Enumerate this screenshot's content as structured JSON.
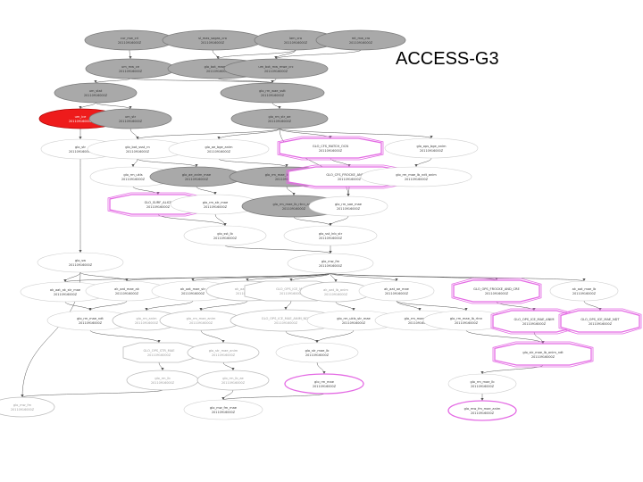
{
  "title": "ACCESS-G3",
  "colors": {
    "gray_fill": "#a9a9a9",
    "gray_stroke": "#7a7a7a",
    "red_fill": "#ee1b1b",
    "pink": "#e46be4",
    "light_gray": "#bdbdbd",
    "edge": "#555555",
    "label": "#3a3a3a"
  },
  "nodes": [
    {
      "id": "n1",
      "style": "gray",
      "shape": "ellipse",
      "l1": "cur_mw_cri",
      "l2": "20110916000Z"
    },
    {
      "id": "n2",
      "style": "gray",
      "shape": "ellipse",
      "l1": "si_mas_sogas_cro",
      "l2": "20110916000Z"
    },
    {
      "id": "n3",
      "style": "gray",
      "shape": "ellipse",
      "l1": "lam_cro",
      "l2": "20110916000Z"
    },
    {
      "id": "n4",
      "style": "gray",
      "shape": "ellipse",
      "l1": "mt_mw_cro",
      "l2": "20110916000Z"
    },
    {
      "id": "n5",
      "style": "gray",
      "shape": "ellipse",
      "l1": "um_mw_ce",
      "l2": "20110916000Z"
    },
    {
      "id": "n6",
      "style": "gray",
      "shape": "ellipse",
      "l1": "glo_bot_mwe_crc",
      "l2": "20110916000Z"
    },
    {
      "id": "n7",
      "style": "gray",
      "shape": "ellipse",
      "l1": "um_bot_mw_mwe_crc",
      "l2": "20110916000Z"
    },
    {
      "id": "n8",
      "style": "gray",
      "shape": "ellipse",
      "l1": "um_stat",
      "l2": "20110916000Z"
    },
    {
      "id": "n9",
      "style": "gray",
      "shape": "ellipse",
      "l1": "glo_rm_wae_sstt",
      "l2": "20110916000Z"
    },
    {
      "id": "n10",
      "style": "red",
      "shape": "ellipse",
      "l1": "um_ice",
      "l2": "20110916000Z"
    },
    {
      "id": "n11",
      "style": "gray",
      "shape": "ellipse",
      "l1": "um_str",
      "l2": "20110916000Z"
    },
    {
      "id": "n12",
      "style": "gray",
      "shape": "ellipse",
      "l1": "glo_rm_str_ae",
      "l2": "20110916000Z"
    },
    {
      "id": "n13",
      "style": "white",
      "shape": "ellipse",
      "l1": "glo_str",
      "l2": "20110916000Z"
    },
    {
      "id": "n14",
      "style": "white",
      "shape": "ellipse",
      "l1": "glo_bot_ssst_rn",
      "l2": "20110916000Z"
    },
    {
      "id": "n15",
      "style": "white",
      "shape": "ellipse",
      "l1": "glo_ae_bge_anim",
      "l2": "20110916000Z"
    },
    {
      "id": "n16",
      "style": "pink",
      "shape": "octagon",
      "l1": "GLO_CFS_MATCH_OCN",
      "l2": "20110916000Z"
    },
    {
      "id": "n17",
      "style": "white",
      "shape": "ellipse",
      "l1": "glo_ops_bge_anim",
      "l2": "20110916000Z"
    },
    {
      "id": "n18",
      "style": "white",
      "shape": "ellipse",
      "l1": "glo_rm_ukls",
      "l2": "20110916000Z"
    },
    {
      "id": "n19",
      "style": "gray",
      "shape": "ellipse",
      "l1": "glo_ae_anim_mae",
      "l2": "20110916000Z"
    },
    {
      "id": "n20",
      "style": "gray",
      "shape": "ellipse",
      "l1": "glo_rm_mae_lb_anim_anim",
      "l2": "20110916000Z"
    },
    {
      "id": "n21",
      "style": "pink",
      "shape": "octagon",
      "l1": "GLO_CFS_FROCKE_AND_CRE",
      "l2": "20110916000Z"
    },
    {
      "id": "n22",
      "style": "white",
      "shape": "ellipse",
      "l1": "glo_rm_mae_lb_ndt_anim",
      "l2": "20110916000Z"
    },
    {
      "id": "n23",
      "style": "pink",
      "shape": "octagon",
      "l1": "GLO_SURF_ALICE",
      "l2": "20110916000Z"
    },
    {
      "id": "n24",
      "style": "white",
      "shape": "ellipse",
      "l1": "glo_rm_str_mae",
      "l2": "20110916000Z"
    },
    {
      "id": "n25",
      "style": "gray",
      "shape": "ellipse",
      "l1": "glo_rm_mae_lb_rtnn_anim",
      "l2": "20110916000Z"
    },
    {
      "id": "n26",
      "style": "white",
      "shape": "ellipse",
      "l1": "glo_rm_sae_mae",
      "l2": "20110916000Z"
    },
    {
      "id": "n27",
      "style": "white",
      "shape": "ellipse",
      "l1": "glo_sst_lb",
      "l2": "20110916000Z"
    },
    {
      "id": "n28",
      "style": "white",
      "shape": "ellipse",
      "l1": "glo_sst_lnb_str",
      "l2": "20110916000Z"
    },
    {
      "id": "n29",
      "style": "white",
      "shape": "ellipse",
      "l1": "glo_sw",
      "l2": "20110916000Z"
    },
    {
      "id": "n30",
      "style": "white",
      "shape": "ellipse",
      "l1": "glo_mw_fm",
      "l2": "20110916000Z"
    },
    {
      "id": "n31",
      "style": "white",
      "shape": "ellipse",
      "l1": "ak_aat_ak_str_mae",
      "l2": "20110916000Z"
    },
    {
      "id": "n32",
      "style": "white",
      "shape": "ellipse",
      "l1": "ak_aat_mae_ak",
      "l2": "20110916000Z"
    },
    {
      "id": "n33",
      "style": "white",
      "shape": "ellipse",
      "l1": "ak_aat_mae_str",
      "l2": "20110916000Z"
    },
    {
      "id": "n34",
      "style": "light",
      "shape": "ellipse",
      "l1": "ak_aat_mae_str",
      "l2": "20110916000Z"
    },
    {
      "id": "n35",
      "style": "light",
      "shape": "octagon",
      "l1": "GLO_OPS_ICE_MAE",
      "l2": "20110916000Z"
    },
    {
      "id": "n36",
      "style": "light",
      "shape": "ellipse",
      "l1": "ak_aat_lb_anim",
      "l2": "20110916000Z"
    },
    {
      "id": "n37",
      "style": "white",
      "shape": "ellipse",
      "l1": "ak_aat_ae_mae",
      "l2": "20110916000Z"
    },
    {
      "id": "n38",
      "style": "pink",
      "shape": "octagon",
      "l1": "GLO_OPS_FROCKE_AND_CRE",
      "l2": "20110916000Z"
    },
    {
      "id": "n39",
      "style": "white",
      "shape": "ellipse",
      "l1": "ak_aat_mae_lb",
      "l2": "20110916000Z"
    },
    {
      "id": "n40",
      "style": "white",
      "shape": "ellipse",
      "l1": "glo_rm_mae_ndt",
      "l2": "20110916000Z"
    },
    {
      "id": "n41",
      "style": "light",
      "shape": "ellipse",
      "l1": "glo_rm_anim",
      "l2": "20110916000Z"
    },
    {
      "id": "n42",
      "style": "light",
      "shape": "ellipse",
      "l1": "glo_rm_mae_anim",
      "l2": "20110916000Z"
    },
    {
      "id": "n43",
      "style": "light",
      "shape": "ellipse",
      "l1": "GLO_OPS_ICE_MAE_ANIM_NDT",
      "l2": "20110916000Z"
    },
    {
      "id": "n44",
      "style": "white",
      "shape": "ellipse",
      "l1": "glo_rm_ukls_str_mae",
      "l2": "20110916000Z"
    },
    {
      "id": "n45",
      "style": "white",
      "shape": "ellipse",
      "l1": "glo_rm_mae_lb_ndt",
      "l2": "20110916000Z"
    },
    {
      "id": "n46",
      "style": "white",
      "shape": "ellipse",
      "l1": "glo_rm_mae_lb_rtnn",
      "l2": "20110916000Z"
    },
    {
      "id": "n47",
      "style": "pink",
      "shape": "octagon",
      "l1": "GLO_OPS_ICE_MAE_ANIM",
      "l2": "20110916000Z"
    },
    {
      "id": "n48",
      "style": "pink",
      "shape": "octagon",
      "l1": "GLO_OPS_ICE_MAE_NDT",
      "l2": "20110916000Z"
    },
    {
      "id": "n49",
      "style": "light",
      "shape": "octagon",
      "l1": "GLO_OPS_STR_MAE",
      "l2": "20110916000Z"
    },
    {
      "id": "n50",
      "style": "light",
      "shape": "ellipse",
      "l1": "glo_str_mae_anim",
      "l2": "20110916000Z"
    },
    {
      "id": "n51",
      "style": "white",
      "shape": "ellipse",
      "l1": "glo_str_mae_lb",
      "l2": "20110916000Z"
    },
    {
      "id": "n52",
      "style": "pink",
      "shape": "octagon",
      "l1": "glo_str_mae_lb_anim_ndt",
      "l2": "20110916000Z"
    },
    {
      "id": "n53",
      "style": "light",
      "shape": "ellipse",
      "l1": "glo_rm_lb",
      "l2": "20110916000Z"
    },
    {
      "id": "n54",
      "style": "light",
      "shape": "ellipse",
      "l1": "glo_rm_lb_ae",
      "l2": "20110916000Z"
    },
    {
      "id": "n55",
      "style": "pink",
      "shape": "ellipse",
      "l1": "glo_rm_mae",
      "l2": "20110916000Z"
    },
    {
      "id": "n56",
      "style": "white",
      "shape": "ellipse",
      "l1": "glo_rm_mae_lb",
      "l2": "20110916000Z"
    },
    {
      "id": "n57",
      "style": "light",
      "shape": "ellipse",
      "l1": "glo_mw_fm",
      "l2": "20110916000Z"
    },
    {
      "id": "n58",
      "style": "white",
      "shape": "ellipse",
      "l1": "glo_mw_fm_mae",
      "l2": "20110916000Z"
    },
    {
      "id": "n59",
      "style": "pink",
      "shape": "ellipse",
      "l1": "glo_mw_fm_mae_anim",
      "l2": "20110916000Z"
    }
  ],
  "edges": [
    [
      "n1",
      "n5"
    ],
    [
      "n2",
      "n6"
    ],
    [
      "n3",
      "n6"
    ],
    [
      "n4",
      "n7"
    ],
    [
      "n3",
      "n7"
    ],
    [
      "n5",
      "n8"
    ],
    [
      "n6",
      "n9"
    ],
    [
      "n7",
      "n9"
    ],
    [
      "n5",
      "n9"
    ],
    [
      "n8",
      "n10"
    ],
    [
      "n8",
      "n11"
    ],
    [
      "n9",
      "n12"
    ],
    [
      "n10",
      "n13"
    ],
    [
      "n11",
      "n14"
    ],
    [
      "n12",
      "n14"
    ],
    [
      "n12",
      "n15"
    ],
    [
      "n12",
      "n16"
    ],
    [
      "n12",
      "n17"
    ],
    [
      "n14",
      "n18"
    ],
    [
      "n14",
      "n19"
    ],
    [
      "n15",
      "n20"
    ],
    [
      "n16",
      "n21"
    ],
    [
      "n17",
      "n22"
    ],
    [
      "n18",
      "n23"
    ],
    [
      "n19",
      "n24"
    ],
    [
      "n20",
      "n25"
    ],
    [
      "n21",
      "n26"
    ],
    [
      "n12",
      "n26"
    ],
    [
      "n23",
      "n27"
    ],
    [
      "n24",
      "n27"
    ],
    [
      "n25",
      "n28"
    ],
    [
      "n26",
      "n28"
    ],
    [
      "n27",
      "n30"
    ],
    [
      "n28",
      "n30"
    ],
    [
      "n13",
      "n29"
    ],
    [
      "n29",
      "n31"
    ],
    [
      "n29",
      "n32"
    ],
    [
      "n30",
      "n31"
    ],
    [
      "n30",
      "n32"
    ],
    [
      "n30",
      "n33"
    ],
    [
      "n30",
      "n34"
    ],
    [
      "n30",
      "n35"
    ],
    [
      "n30",
      "n36"
    ],
    [
      "n30",
      "n37"
    ],
    [
      "n30",
      "n38"
    ],
    [
      "n30",
      "n39"
    ],
    [
      "n31",
      "n40"
    ],
    [
      "n32",
      "n40"
    ],
    [
      "n33",
      "n41"
    ],
    [
      "n34",
      "n42"
    ],
    [
      "n35",
      "n43"
    ],
    [
      "n36",
      "n44"
    ],
    [
      "n37",
      "n45"
    ],
    [
      "n37",
      "n46"
    ],
    [
      "n38",
      "n47"
    ],
    [
      "n39",
      "n48"
    ],
    [
      "n40",
      "n49"
    ],
    [
      "n42",
      "n50"
    ],
    [
      "n43",
      "n51"
    ],
    [
      "n44",
      "n51"
    ],
    [
      "n46",
      "n52"
    ],
    [
      "n47",
      "n52"
    ],
    [
      "n49",
      "n53"
    ],
    [
      "n50",
      "n54"
    ],
    [
      "n51",
      "n55"
    ],
    [
      "n52",
      "n56"
    ],
    [
      "n53",
      "n57"
    ],
    [
      "n54",
      "n58"
    ],
    [
      "n55",
      "n58"
    ],
    [
      "n56",
      "n59"
    ],
    [
      "n29",
      "n57"
    ]
  ]
}
